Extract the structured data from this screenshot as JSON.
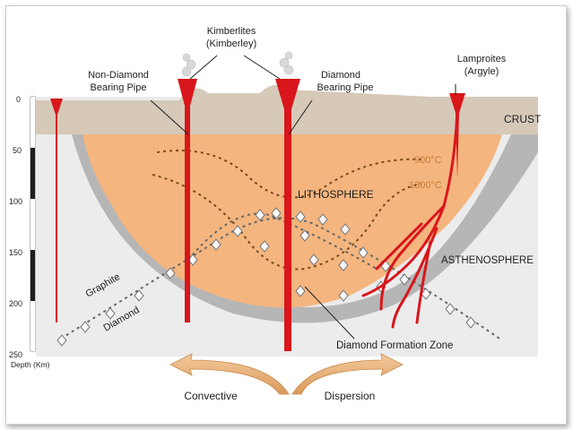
{
  "labels": {
    "kimberlites": "Kimberlites",
    "kimberley": "(Kimberley)",
    "non_diamond_1": "Non-Diamond",
    "non_diamond_2": "Bearing Pipe",
    "diamond_pipe_1": "Diamond",
    "diamond_pipe_2": "Bearing Pipe",
    "lamproites": "Lamproites",
    "argyle": "(Argyle)",
    "crust": "CRUST",
    "lithosphere": "LITHOSPHERE",
    "asthenosphere": "ASTHENOSPHERE",
    "temp_900": "900°C",
    "temp_1300": "1300°C",
    "graphite": "Graphite",
    "diamond": "Diamond",
    "formation_zone": "Diamond Formation Zone",
    "convective": "Convective",
    "dispersion": "Dispersion",
    "depth_axis": "Depth (Km)"
  },
  "depth_ticks": [
    "0",
    "50",
    "100",
    "150",
    "200",
    "250"
  ],
  "colors": {
    "crust": "#d6c9b8",
    "lithosphere": "#f4b57f",
    "mantle_keel": "#b8b8b8",
    "pipe": "#d8161b",
    "arrow": "#e8b27a"
  }
}
